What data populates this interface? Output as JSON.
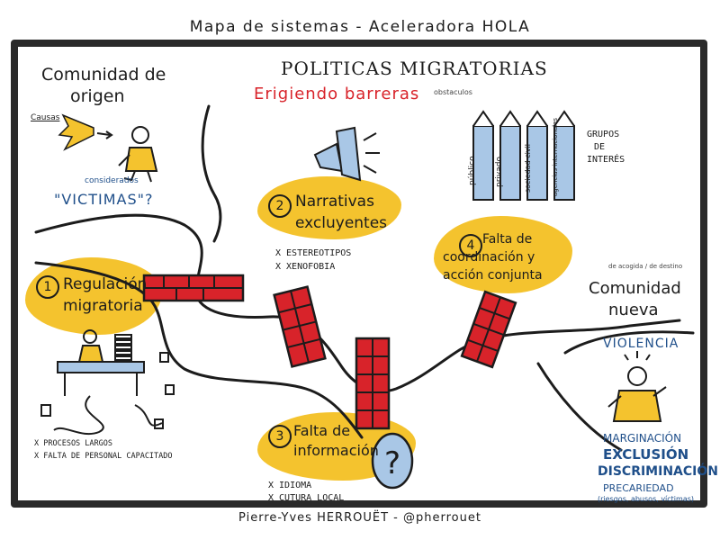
{
  "header": {
    "title": "Mapa de sistemas - Aceleradora HOLA"
  },
  "policies": {
    "title": "POLITICAS MIGRATORIAS",
    "subtitle": "Erigiendo barreras",
    "note": "obstaculos"
  },
  "origin": {
    "title_line1": "Comunidad de",
    "title_line2": "origen",
    "causes_label": "Causas",
    "considered_label": "considerados",
    "victims_label": "\"VICTIMAS\"?"
  },
  "barriers": [
    {
      "number": "1",
      "title": "Regulación migratoria",
      "items": [
        "X PROCESOS LARGOS",
        "X FALTA DE PERSONAL CAPACITADO"
      ]
    },
    {
      "number": "2",
      "title": "Narrativas excluyentes",
      "items": [
        "X ESTEREOTIPOS",
        "X XENOFOBIA"
      ]
    },
    {
      "number": "3",
      "title": "Falta de información",
      "items": [
        "X IDIOMA",
        "X CUTURA LOCAL"
      ]
    },
    {
      "number": "4",
      "title": "Falta de coordinación y acción conjunta",
      "items": []
    }
  ],
  "interest_groups": {
    "pillars": [
      "público",
      "privado",
      "sociedad civil",
      "agencias internacionales"
    ],
    "label_line1": "GRUPOS",
    "label_line2": "DE",
    "label_line3": "INTERÉS"
  },
  "new_community": {
    "note": "de acogida / de destino",
    "title_line1": "Comunidad",
    "title_line2": "nueva",
    "violence_label": "VIOLENCIA",
    "effects": [
      "MARGINACIÓN",
      "EXCLUSIÓN",
      "DISCRIMINACIÓN",
      "PRECARIEDAD",
      "(riesgos, abusos, víctimas)"
    ]
  },
  "footer": {
    "credit": "Pierre-Yves HERROUËT - @pherrouet"
  },
  "colors": {
    "yellow": "#f4c32e",
    "red": "#d8232a",
    "blue": "#1f4f8a",
    "light_blue": "#a9c7e6",
    "ink": "#1c1c1c"
  }
}
